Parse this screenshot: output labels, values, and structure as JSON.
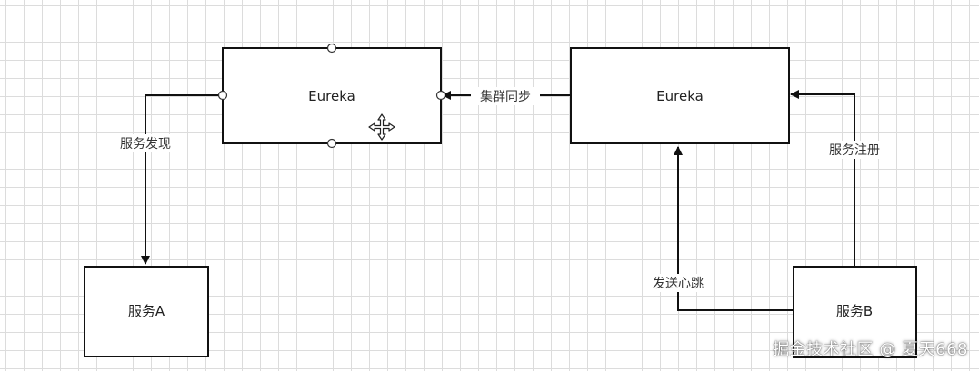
{
  "nodes": {
    "eureka_left": "Eureka",
    "eureka_right": "Eureka",
    "service_a": "服务A",
    "service_b": "服务B"
  },
  "edges": {
    "cluster_sync": "集群同步",
    "service_discovery": "服务发现",
    "service_register": "服务注册",
    "heartbeat": "发送心跳"
  },
  "watermark": "掘金技术社区 @ 夏天668",
  "colors": {
    "stroke": "#111111",
    "grid": "#dcdcdc"
  }
}
